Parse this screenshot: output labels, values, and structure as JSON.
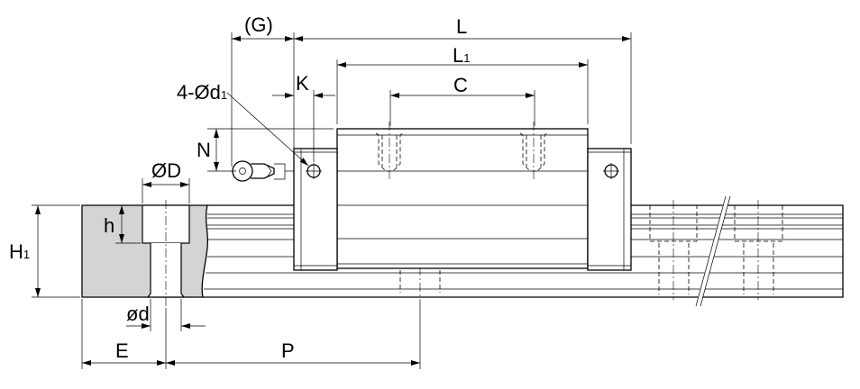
{
  "labels": {
    "G": "(G)",
    "L": "L",
    "L1_main": "L",
    "L1_sub": "1",
    "C": "C",
    "K": "K",
    "d1_prefix": "4-Ød",
    "d1_sub": "1",
    "N": "N",
    "D": "ØD",
    "h": "h",
    "H1_main": "H",
    "H1_sub": "1",
    "d": "ød",
    "E": "E",
    "P": "P"
  },
  "colors": {
    "section_fill": "#d4d4d4",
    "line": "#000000"
  }
}
